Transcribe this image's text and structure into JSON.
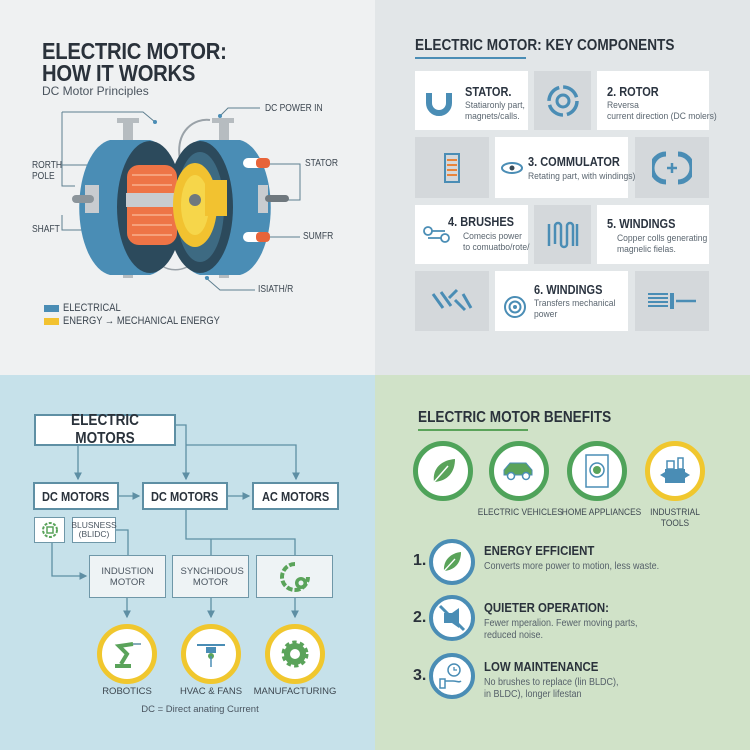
{
  "how_it_works": {
    "title_line1": "ELECTRIC MOTOR:",
    "title_line2": "HOW IT WORKS",
    "subtitle": "DC Motor Principles",
    "labels": {
      "dc_power_in": "DC POWER IN",
      "north_pole_1": "RORTH",
      "north_pole_2": "POLE",
      "stator": "STATOR",
      "shaft": "SHAFT",
      "sumfr": "SUMFR",
      "isiath": "ISIATH/R"
    },
    "legend": [
      {
        "label": "ELECTRICAL",
        "color": "#4a8db5"
      },
      {
        "label": "ENERGY → MECHANICAL ENERGY",
        "color": "#f2c230"
      }
    ]
  },
  "components": {
    "title": "ELECTRIC MOTOR: KEY COMPONENTS",
    "items": [
      {
        "title": "STATOR.",
        "desc1": "Statiaronly part,",
        "desc2": "magnets/calls.",
        "icon": "magnet-icon"
      },
      {
        "title": "2. ROTOR",
        "desc1": "Reversa",
        "desc2": "current direction (DC molers)",
        "icon": "rotate-icon"
      },
      {
        "title": "3. COMMULATOR",
        "desc1": "Retating part, with windings)",
        "desc2": "",
        "icon": "eye-icon"
      },
      {
        "title": "4. BRUSHES",
        "desc1": "Comecis power",
        "desc2": "to comuatbo/rote/",
        "icon": "connector-icon"
      },
      {
        "title": "5. WINDINGS",
        "desc1": "Copper colls generating",
        "desc2": "magnelic fielas.",
        "icon": "coil-icon"
      },
      {
        "title": "6. WINDINGS",
        "desc1": "Transfers mechanical",
        "desc2": "power",
        "icon": "target-icon"
      }
    ],
    "tile_icons": [
      "rotate-icon",
      "coil-core-icon",
      "plus-bracket-icon",
      "winding-icon",
      "spring-icon",
      "shaft-icon"
    ]
  },
  "types": {
    "root": "ELECTRIC MOTORS",
    "level1": [
      "DC MOTORS",
      "DC MOTORS",
      "AC MOTORS"
    ],
    "bldc": "BLUSNESS (BLIDC)",
    "level2": [
      "INDUSTION MOTOR",
      "SYNCHIDOUS MOTOR"
    ],
    "applications": [
      "ROBOTICS",
      "HVAC & FANS",
      "MANUFACTURING"
    ],
    "footnote": "DC = Direct anating Current",
    "colors": {
      "line": "#5e8fa4",
      "ring": "#f0c72e",
      "icon": "#5aa35a"
    }
  },
  "benefits": {
    "title": "ELECTRIC MOTOR BENEFITS",
    "uses": [
      {
        "label": "",
        "icon": "leaf-icon"
      },
      {
        "label": "ELECTRIC VEHICLES",
        "icon": "car-icon"
      },
      {
        "label": "HOME APPLIANCES",
        "icon": "washing-machine-icon"
      },
      {
        "label": "INDUSTRIAL TOOLS",
        "icon": "machine-icon"
      }
    ],
    "list": [
      {
        "num": "1.",
        "title": "ENERGY EFFICIENT",
        "desc1": "Converts more power to motion, less waste.",
        "desc2": "",
        "icon": "leaf-icon"
      },
      {
        "num": "2.",
        "title": "QUIETER OPERATION:",
        "desc1": "Fewer mperalion. Fewer moving parts,",
        "desc2": "reduced noise.",
        "icon": "mute-icon"
      },
      {
        "num": "3.",
        "title": "LOW MAINTENANCE",
        "desc1": "No brushes to replace (lin BLDC),",
        "desc2": "in BLDC), longer lifestan",
        "icon": "clock-hand-icon"
      }
    ]
  }
}
